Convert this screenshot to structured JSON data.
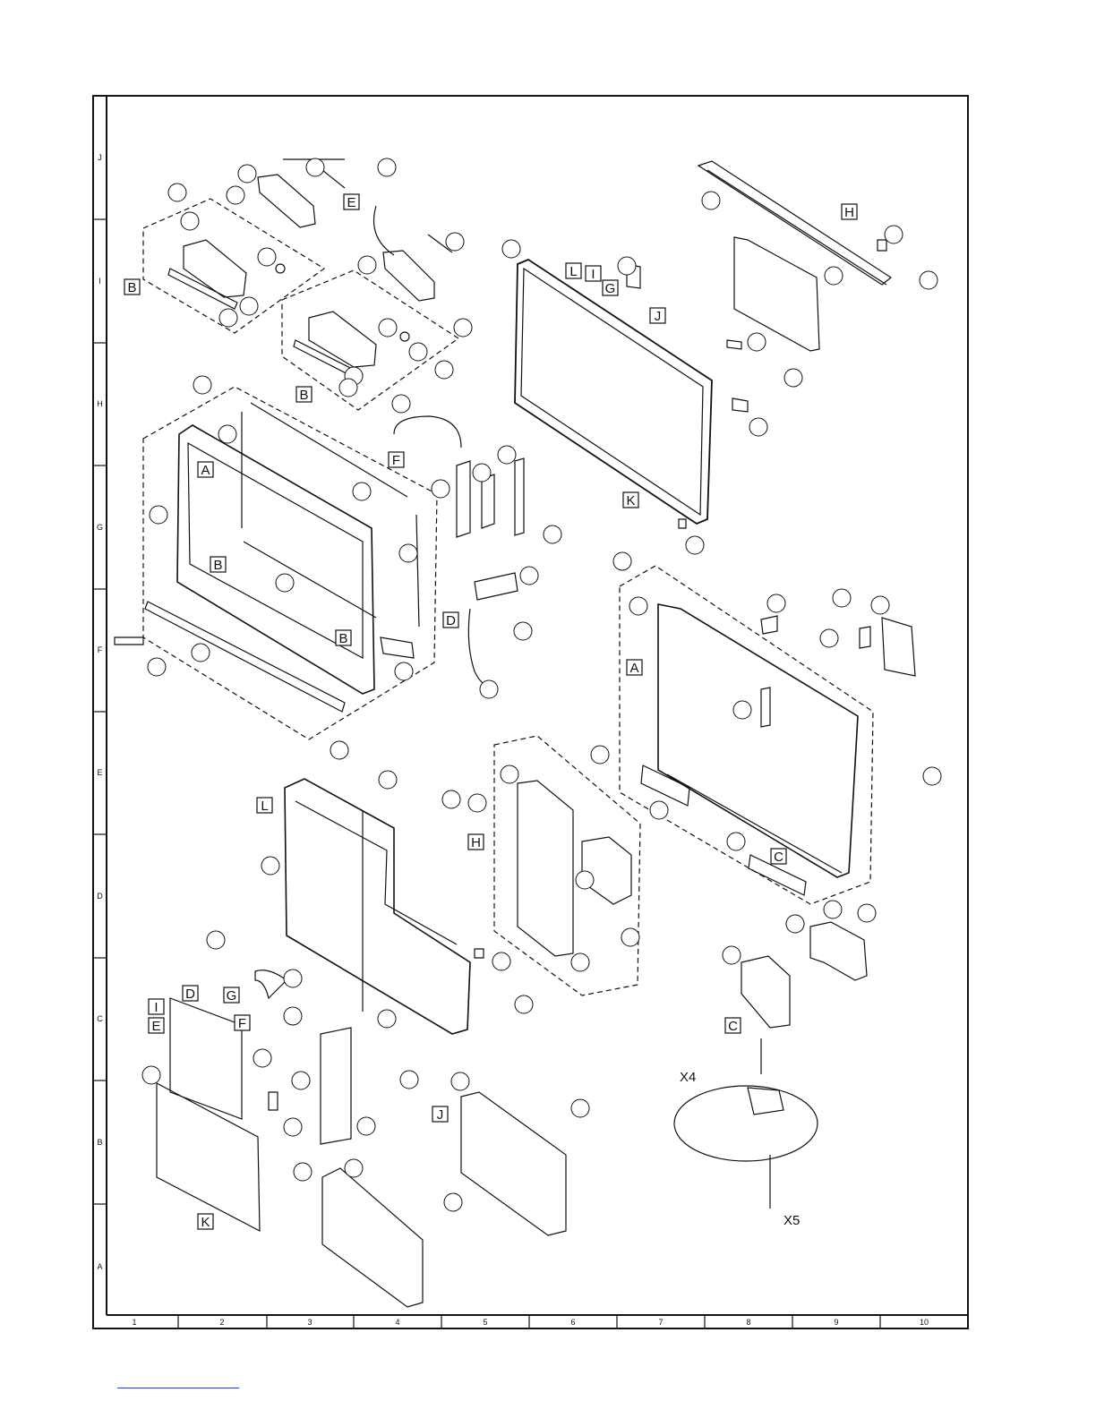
{
  "row_labels": [
    "J",
    "I",
    "H",
    "G",
    "F",
    "E",
    "D",
    "C",
    "B",
    "A"
  ],
  "column_labels": [
    "1",
    "2",
    "3",
    "4",
    "5",
    "6",
    "7",
    "8",
    "9",
    "10"
  ],
  "ref_labels": {
    "L1": "L",
    "I1": "I",
    "G1": "G",
    "J1": "J",
    "H1": "H",
    "E1": "E",
    "B1": "B",
    "B2": "B",
    "B3": "B",
    "B4": "B",
    "A1": "A",
    "A2": "A",
    "F1": "F",
    "D1": "D",
    "K1": "K",
    "K2": "K",
    "L2": "L",
    "H2": "H",
    "C1": "C",
    "C2": "C",
    "I2": "I",
    "D2": "D",
    "G2": "G",
    "E2": "E",
    "F2": "F",
    "J2": "J"
  },
  "stand_labels": {
    "x4": "X4",
    "x5": "X5"
  }
}
